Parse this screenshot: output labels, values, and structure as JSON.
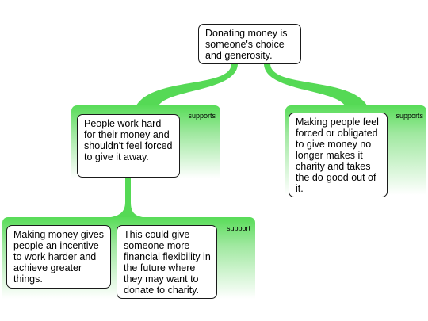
{
  "diagram": {
    "root": {
      "text": "Donating money is someone's choice and generosity."
    },
    "branch_left": {
      "label": "supports",
      "claim": {
        "text": "People work hard for their money and shouldn't feel forced to give it away."
      }
    },
    "branch_right": {
      "label": "supports",
      "claim": {
        "text": "Making people feel forced or obligated to give money no longer makes it charity and takes the do-good out of it."
      }
    },
    "branch_bottom": {
      "label": "support",
      "claims": [
        {
          "text": "Making money gives people an incentive to work harder and achieve greater things."
        },
        {
          "text": "This could give someone more financial flexibility in the future where they may want to donate to charity."
        }
      ]
    },
    "colors": {
      "connector": "#55d955",
      "panel_top": "#58dc58",
      "panel_bottom": "#ffffff",
      "box_border": "#1a1a1a"
    }
  }
}
